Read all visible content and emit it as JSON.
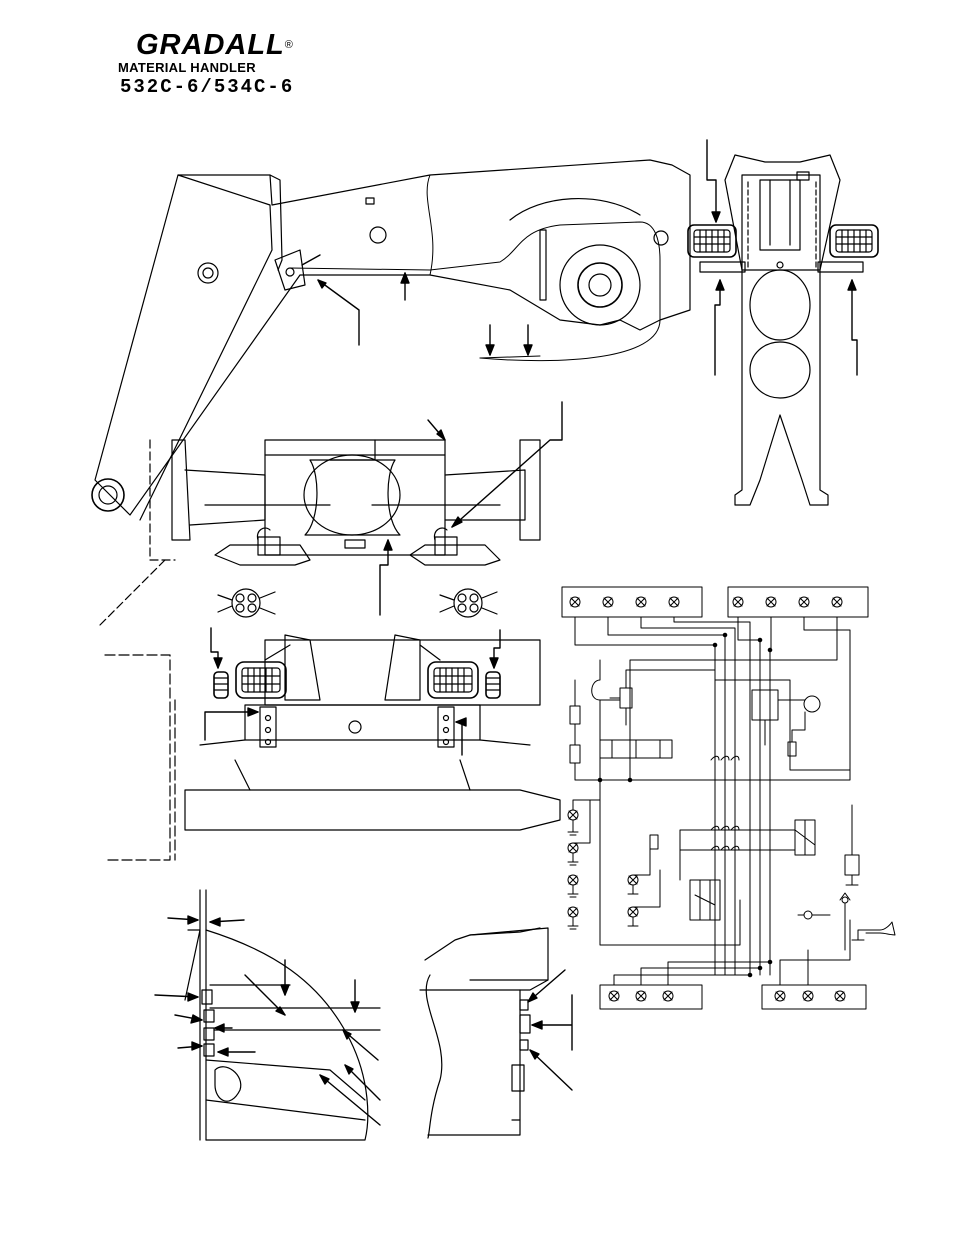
{
  "header": {
    "brand": "GRADALL",
    "registered_mark": "®",
    "product_line": "MATERIAL HANDLER",
    "models": "532C-6/534C-6"
  }
}
